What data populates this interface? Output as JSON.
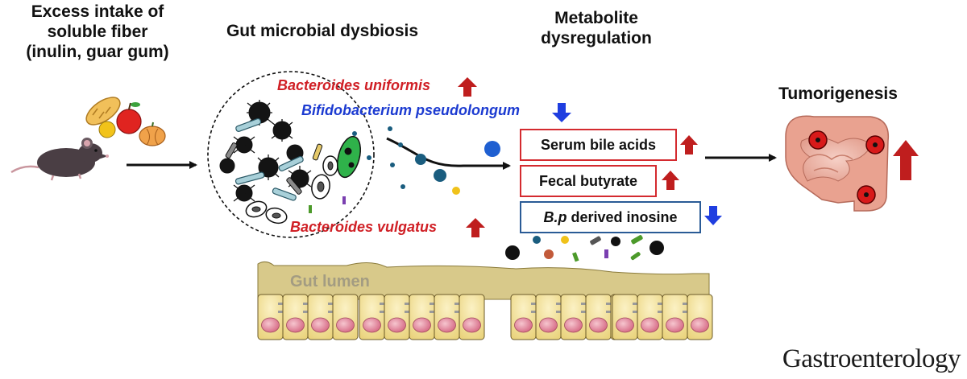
{
  "stages": {
    "fiber_title": "Excess intake of soluble fiber (inulin, guar gum)",
    "fiber_lines": [
      "Excess intake of",
      "soluble fiber",
      "(inulin, guar gum)"
    ],
    "dysbiosis_title": "Gut microbial dysbiosis",
    "metabolite_title_lines": [
      "Metabolite",
      "dysregulation"
    ],
    "tumor_title": "Tumorigenesis"
  },
  "bacteria": {
    "uniformis": {
      "name": "Bacteroides uniformis",
      "change": "up",
      "color": "#d01f25"
    },
    "pseudolongum": {
      "name": "Bifidobacterium pseudolongum",
      "change": "down",
      "color": "#1c3bd1"
    },
    "vulgatus": {
      "name": "Bacteroides vulgatus",
      "change": "up",
      "color": "#d01f25"
    }
  },
  "metabolites": [
    {
      "label": "Serum bile acids",
      "change": "up",
      "border": "#d42a2f"
    },
    {
      "label": "Fecal butyrate",
      "change": "up",
      "border": "#d42a2f"
    },
    {
      "label_italic": "B.p",
      "label_rest": " derived inosine",
      "change": "down",
      "border": "#2a5b96"
    }
  ],
  "lumen_label": "Gut lumen",
  "journal": "Gastroenterology",
  "colors": {
    "up_arrow": "#bf1e1e",
    "down_arrow": "#1f3ee0",
    "epithelium": "#f3e39a",
    "nucleus": "#e58ea0"
  }
}
